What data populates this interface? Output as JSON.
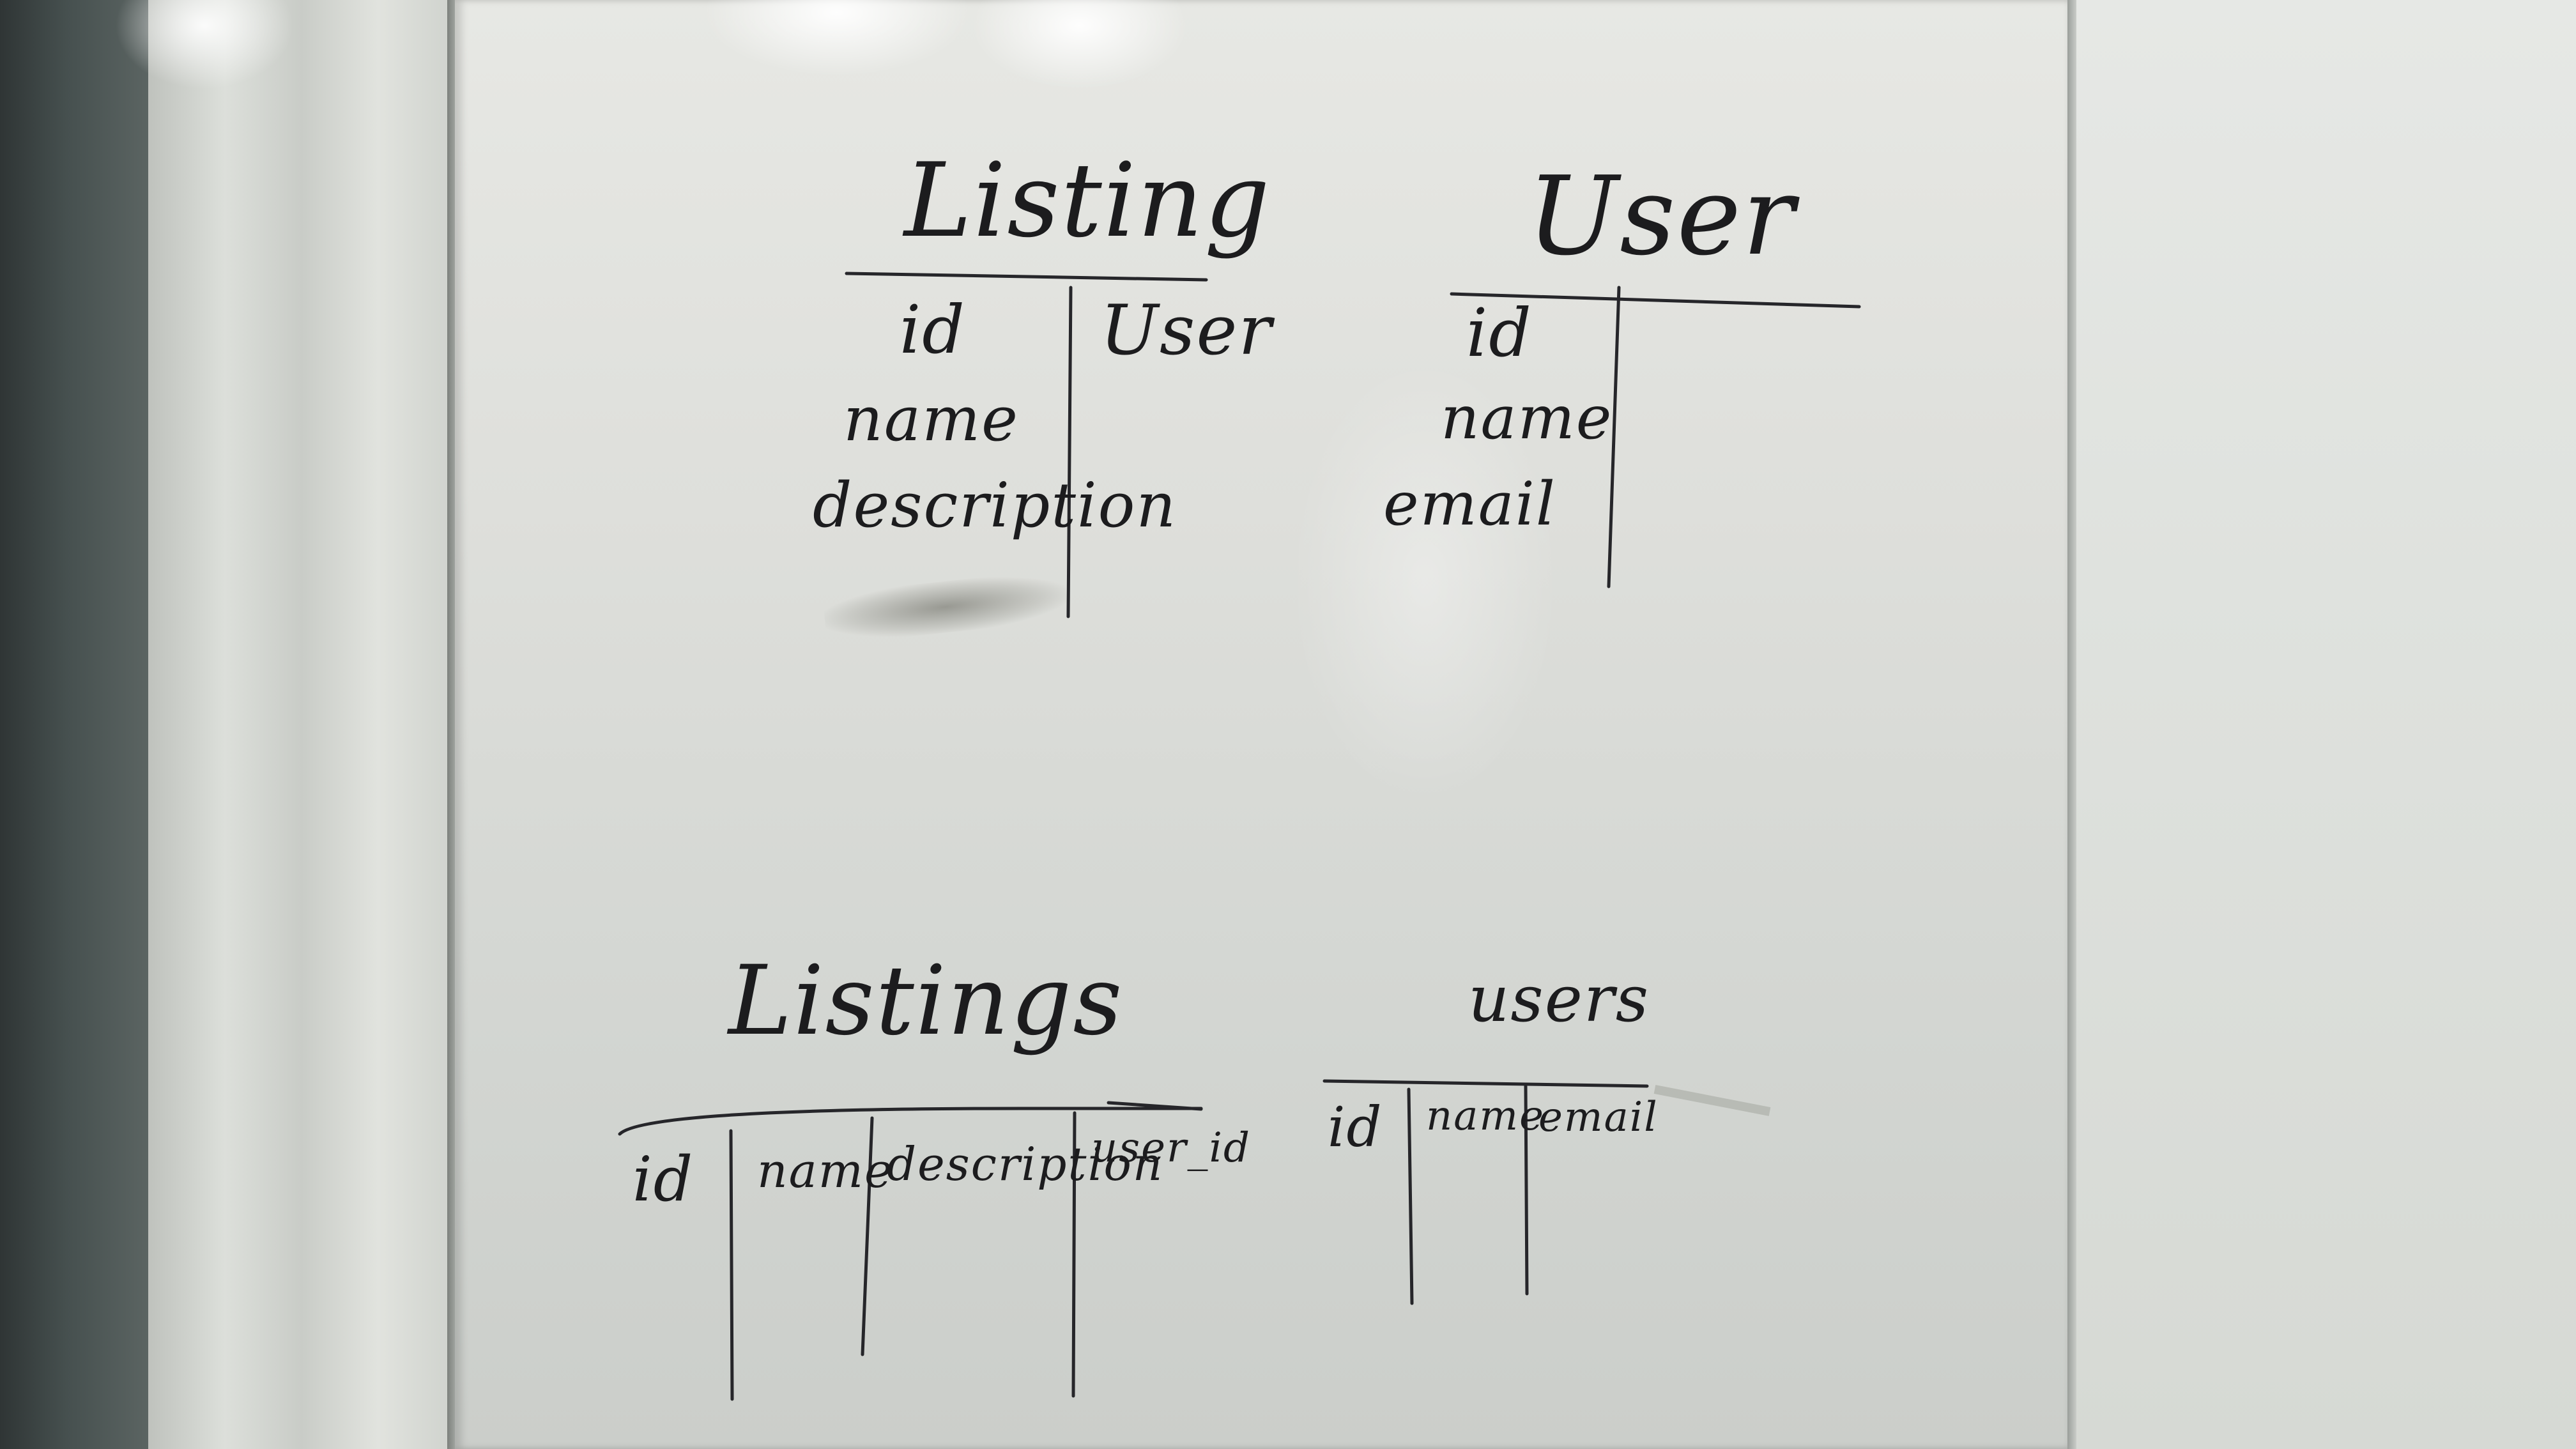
{
  "whiteboard": {
    "entities": {
      "listing": {
        "title": "Listing",
        "fields": [
          "id",
          "name",
          "description"
        ],
        "relation": "User"
      },
      "user": {
        "title": "User",
        "fields": [
          "id",
          "name",
          "email"
        ]
      }
    },
    "tables": {
      "listings": {
        "title": "Listings",
        "columns": [
          "id",
          "name",
          "description",
          "user_id"
        ]
      },
      "users": {
        "title": "users",
        "columns": [
          "id",
          "name",
          "email"
        ]
      }
    }
  },
  "colors": {
    "ink": "#1c1c1e",
    "board": "#dedfdb",
    "wall": "#2f3535"
  }
}
